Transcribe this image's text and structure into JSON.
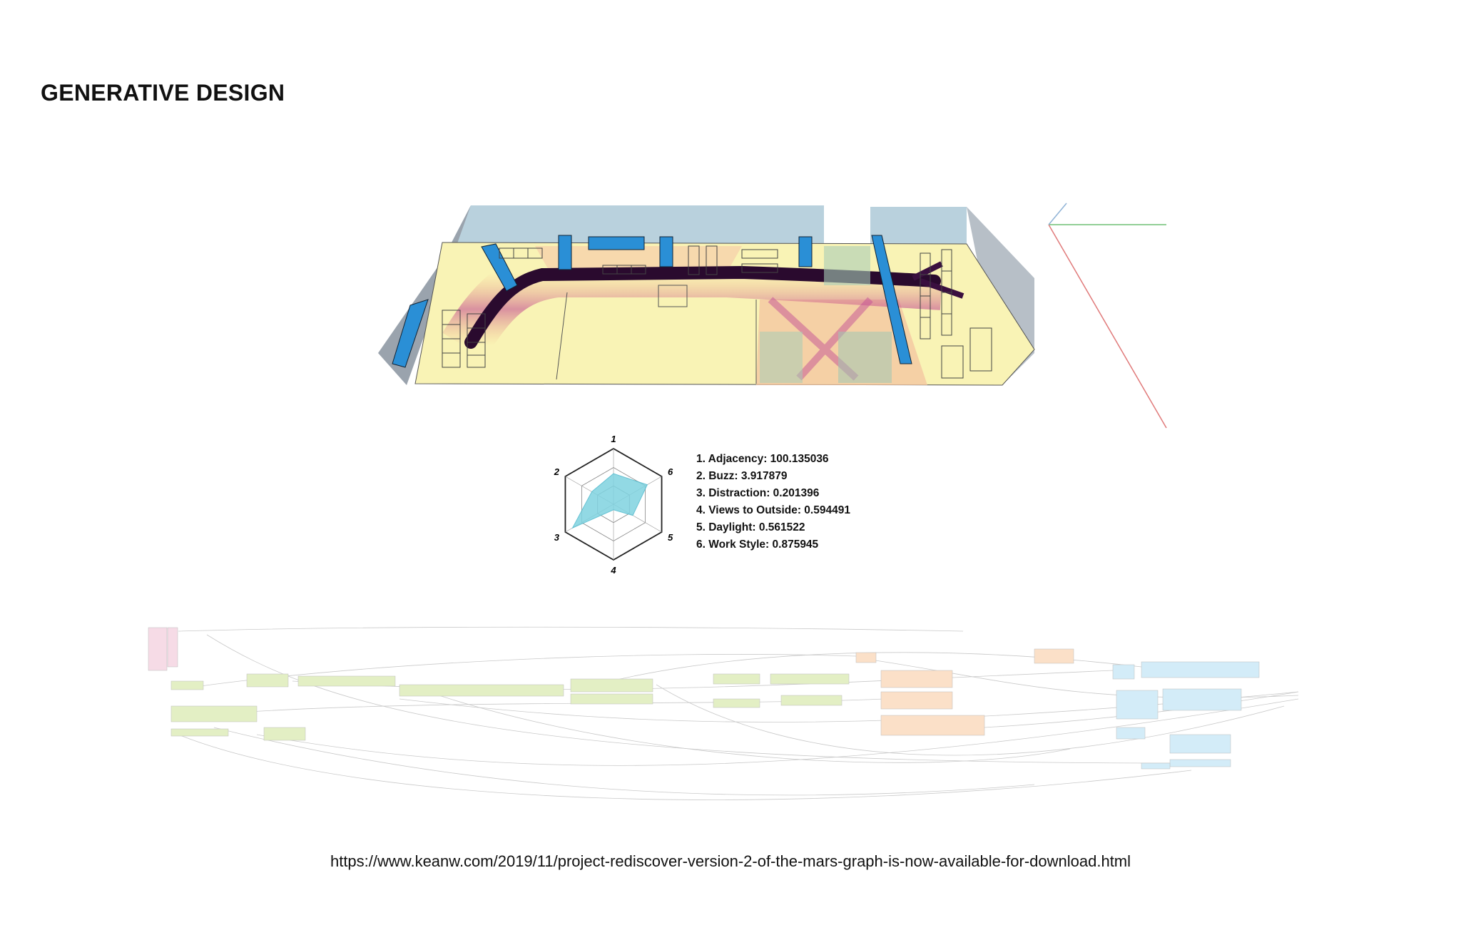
{
  "slide": {
    "title": "GENERATIVE DESIGN",
    "source_url": "https://www.keanw.com/2019/11/project-rediscover-version-2-of-the-mars-graph-is-now-available-for-download.html"
  },
  "radar": {
    "axis_labels": [
      "1",
      "2",
      "3",
      "4",
      "5",
      "6"
    ],
    "fill_color": "#7fd3e0"
  },
  "metrics": [
    "1. Adjacency: 100.135036",
    "2. Buzz: 3.917879",
    "3. Distraction: 0.201396",
    "4. Views to Outside: 0.594491",
    "5. Daylight: 0.561522",
    "6. Work Style: 0.875945"
  ],
  "colors": {
    "floor": "#f8f2b0",
    "walls": "#b8c8d8",
    "desks_blue": "#2a8fd6",
    "heat_dark": "#2a0a2e",
    "heat_mid": "#b03a8a",
    "node_green": "#e3efc4",
    "node_orange": "#fbe0c8",
    "node_blue": "#d3ecf8"
  }
}
